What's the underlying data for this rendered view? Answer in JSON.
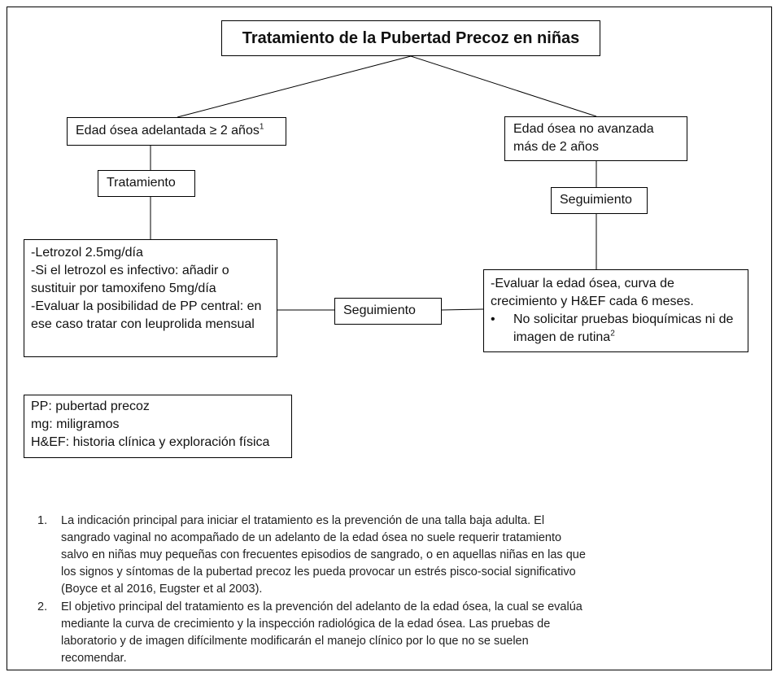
{
  "title": "Tratamiento de la Pubertad Precoz en niñas",
  "left_branch": {
    "condition": "Edad ósea adelantada ≥ 2 años",
    "condition_sup": "1",
    "step_label": "Tratamiento",
    "actions": [
      "-Letrozol 2.5mg/día",
      "-Si el letrozol es infectivo: añadir o sustituir por tamoxifeno 5mg/día",
      "-Evaluar la posibilidad de PP central: en ese caso tratar con leuprolida mensual"
    ]
  },
  "middle_link": {
    "label": "Seguimiento"
  },
  "right_branch": {
    "condition": "Edad ósea no avanzada más de 2 años",
    "step_label": "Seguimiento",
    "actions": {
      "intro": "-Evaluar la edad ósea, curva de crecimiento y H&EF cada 6 meses.",
      "bullet_symbol": "•",
      "bullet_text": "No solicitar pruebas bioquímicas ni de imagen de rutina",
      "bullet_sup": "2"
    }
  },
  "glossary": [
    "PP: pubertad precoz",
    "mg: miligramos",
    "H&EF: historia clínica y exploración física"
  ],
  "footnotes": [
    {
      "number": "1.",
      "text": "La indicación principal para iniciar el tratamiento es la prevención de una talla baja adulta. El sangrado vaginal no acompañado de un adelanto de la edad ósea no suele requerir tratamiento salvo en niñas muy pequeñas con frecuentes episodios de sangrado, o en aquellas niñas en las que los signos y síntomas de la pubertad precoz les pueda provocar un estrés pisco-social significativo (Boyce et al 2016, Eugster et al 2003)."
    },
    {
      "number": "2.",
      "text": "El objetivo principal del tratamiento es la prevención del adelanto de la edad ósea, la cual se evalúa mediante la curva de crecimiento y la inspección radiológica de la edad ósea. Las pruebas de laboratorio y de imagen difícilmente modificarán el manejo clínico por lo que no se suelen recomendar."
    }
  ]
}
